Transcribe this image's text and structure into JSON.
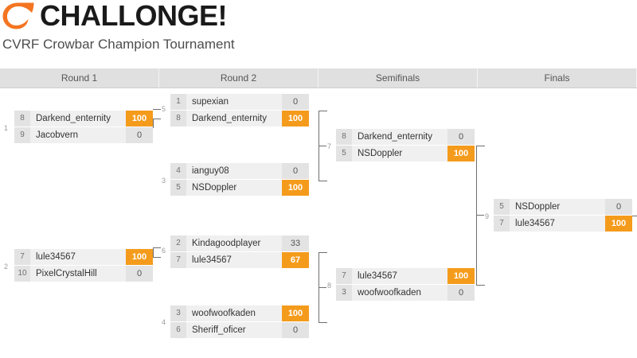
{
  "header": {
    "brand": "CHALLONGE!",
    "logo_icon": "challonge-swoosh-logo",
    "subtitle": "CVRF Crowbar Champion Tournament",
    "brand_color": "#f47521"
  },
  "rounds": [
    {
      "label": "Round 1"
    },
    {
      "label": "Round 2"
    },
    {
      "label": "Semifinals"
    },
    {
      "label": "Finals"
    }
  ],
  "matches": [
    {
      "number": "1",
      "round": 0,
      "players": [
        {
          "seed": "8",
          "name": "Darkend_enternity",
          "score": "100",
          "winner": true
        },
        {
          "seed": "9",
          "name": "Jacobvern",
          "score": "0",
          "winner": false
        }
      ]
    },
    {
      "number": "2",
      "round": 0,
      "players": [
        {
          "seed": "7",
          "name": "lule34567",
          "score": "100",
          "winner": true
        },
        {
          "seed": "10",
          "name": "PixelCrystalHill",
          "score": "0",
          "winner": false
        }
      ]
    },
    {
      "number": "5",
      "round": 1,
      "players": [
        {
          "seed": "1",
          "name": "supexian",
          "score": "0",
          "winner": false
        },
        {
          "seed": "8",
          "name": "Darkend_enternity",
          "score": "100",
          "winner": true
        }
      ]
    },
    {
      "number": "3",
      "round": 1,
      "players": [
        {
          "seed": "4",
          "name": "ianguy08",
          "score": "0",
          "winner": false
        },
        {
          "seed": "5",
          "name": "NSDoppler",
          "score": "100",
          "winner": true
        }
      ]
    },
    {
      "number": "6",
      "round": 1,
      "players": [
        {
          "seed": "2",
          "name": "Kindagoodplayer",
          "score": "33",
          "winner": false
        },
        {
          "seed": "7",
          "name": "lule34567",
          "score": "67",
          "winner": true
        }
      ]
    },
    {
      "number": "4",
      "round": 1,
      "players": [
        {
          "seed": "3",
          "name": "woofwoofkaden",
          "score": "100",
          "winner": true
        },
        {
          "seed": "6",
          "name": "Sheriff_oficer",
          "score": "0",
          "winner": false
        }
      ]
    },
    {
      "number": "7",
      "round": 2,
      "players": [
        {
          "seed": "8",
          "name": "Darkend_enternity",
          "score": "0",
          "winner": false
        },
        {
          "seed": "5",
          "name": "NSDoppler",
          "score": "100",
          "winner": true
        }
      ]
    },
    {
      "number": "8",
      "round": 2,
      "players": [
        {
          "seed": "7",
          "name": "lule34567",
          "score": "100",
          "winner": true
        },
        {
          "seed": "3",
          "name": "woofwoofkaden",
          "score": "0",
          "winner": false
        }
      ]
    },
    {
      "number": "9",
      "round": 3,
      "players": [
        {
          "seed": "5",
          "name": "NSDoppler",
          "score": "0",
          "winner": false
        },
        {
          "seed": "7",
          "name": "lule34567",
          "score": "100",
          "winner": true
        }
      ]
    }
  ]
}
